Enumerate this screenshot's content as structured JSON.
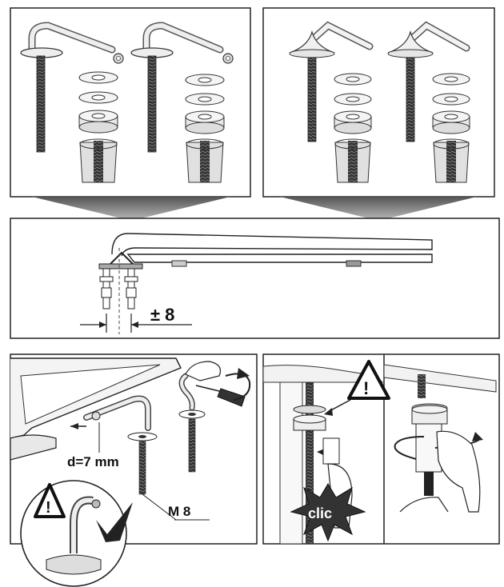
{
  "labels": {
    "offset": "± 8",
    "diameter": "d=7 mm",
    "thread": "M 8",
    "clic": "clic"
  },
  "warnings": [
    "!",
    "!"
  ],
  "icons": [
    "warning-triangle-icon",
    "checkmark-icon",
    "rotate-arrow-icon",
    "screwdriver-icon",
    "starburst-icon"
  ],
  "colors": {
    "ink": "#1a1a1a",
    "panel_bg": "#ffffff",
    "shade": "#8a8a8a",
    "dark_grey": "#444444"
  }
}
